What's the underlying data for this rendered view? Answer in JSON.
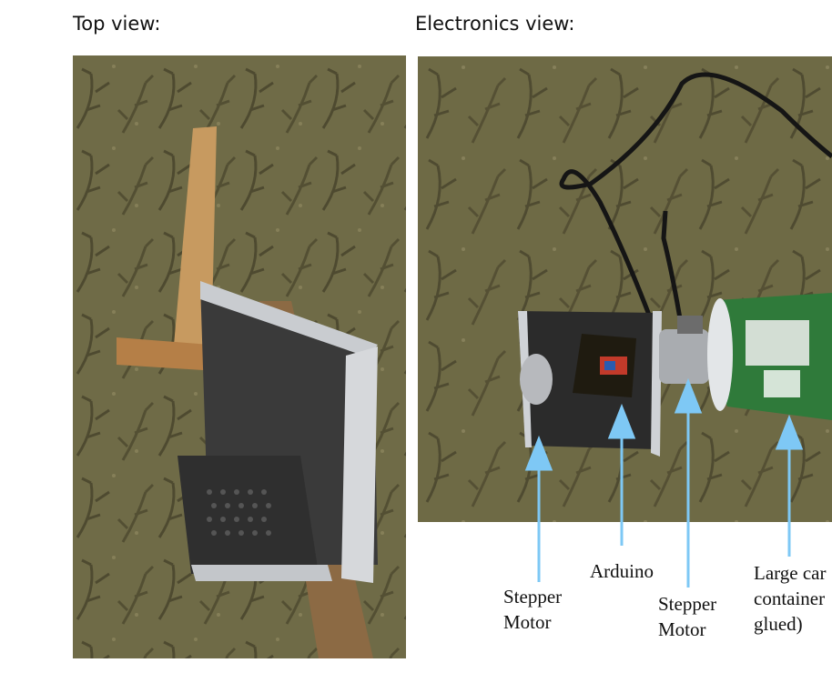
{
  "top_view": {
    "heading": "Top view:"
  },
  "electronics_view": {
    "heading": "Electronics view:",
    "labels": {
      "stepper_left": [
        "Stepper",
        "Motor"
      ],
      "arduino": "Arduino",
      "stepper_mid": [
        "Stepper",
        "Motor"
      ],
      "container": [
        "Large car",
        "container",
        "glued)"
      ]
    }
  },
  "colors": {
    "carpet": "#6e6a45",
    "wood": "#b88a55",
    "metal": "#b9bcc0",
    "arrow": "#7ec8f5"
  }
}
